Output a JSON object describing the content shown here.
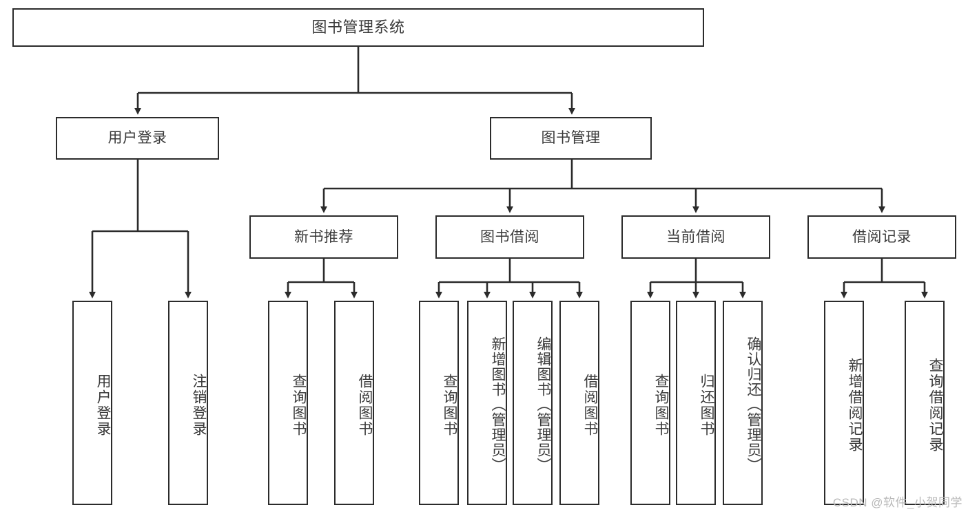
{
  "diagram": {
    "title": "图书管理系统",
    "type": "tree-hierarchy-diagram",
    "colors": {
      "box_border": "#2b2b2b",
      "box_fill": "#ffffff",
      "edge": "#2b2b2b",
      "text": "#3a3a3a",
      "watermark": "#b9b9b9"
    },
    "root": {
      "label": "图书管理系统"
    },
    "level2": [
      {
        "label": "用户登录"
      },
      {
        "label": "图书管理"
      }
    ],
    "level3": [
      {
        "label": "新书推荐"
      },
      {
        "label": "图书借阅"
      },
      {
        "label": "当前借阅"
      },
      {
        "label": "借阅记录"
      }
    ],
    "leaves_user_login": [
      {
        "label": "用户登录"
      },
      {
        "label": "注销登录"
      }
    ],
    "leaves_new_books": [
      {
        "label": "查询图书"
      },
      {
        "label": "借阅图书"
      }
    ],
    "leaves_borrow": [
      {
        "label": "查询图书"
      },
      {
        "label": "新增图书（管理员）"
      },
      {
        "label": "编辑图书（管理员）"
      },
      {
        "label": "借阅图书"
      }
    ],
    "leaves_current": [
      {
        "label": "查询图书"
      },
      {
        "label": "归还图书"
      },
      {
        "label": "确认归还（管理员）"
      }
    ],
    "leaves_records": [
      {
        "label": "新增借阅记录"
      },
      {
        "label": "查询借阅记录"
      }
    ],
    "watermark": "CSDN @软件_小贺同学"
  }
}
